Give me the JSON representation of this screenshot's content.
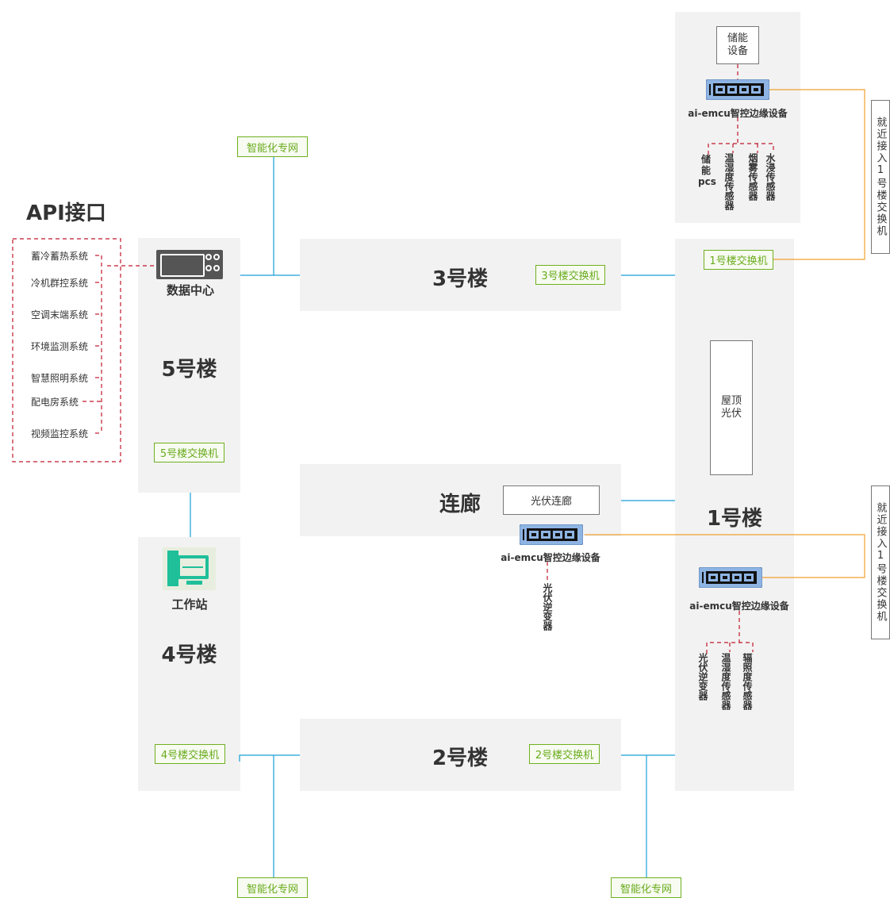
{
  "api": {
    "title": "API接口",
    "items": [
      "蓄冷蓄热系统",
      "冷机群控系统",
      "空调末端系统",
      "环境监测系统",
      "智慧照明系统",
      "配电房系统",
      "视频监控系统"
    ]
  },
  "buildings": {
    "b5": {
      "name": "5号楼",
      "switch": "5号楼交换机",
      "device_label": "数据中心"
    },
    "b4": {
      "name": "4号楼",
      "switch": "4号楼交换机",
      "device_label": "工作站"
    },
    "b3": {
      "name": "3号楼",
      "switch": "3号楼交换机"
    },
    "b2": {
      "name": "2号楼",
      "switch": "2号楼交换机"
    },
    "b1": {
      "name": "1号楼",
      "switch": "1号楼交换机",
      "rooftop_pv": "屋顶光伏"
    },
    "corridor": {
      "name": "连廊",
      "pv_box": "光伏连廊"
    }
  },
  "network_labels": {
    "top": "智能化专网",
    "bottom_left": "智能化专网",
    "bottom_right": "智能化专网"
  },
  "storage_panel": {
    "device": "储能设备",
    "emcu_label": "ai-emcu智控边缘设备",
    "sensors": [
      "储能pcs",
      "温湿度传感器",
      "烟雾传感器",
      "水浸传感器"
    ]
  },
  "corridor_emcu": {
    "label": "ai-emcu智控边缘设备",
    "sensors": [
      "光伏逆变器"
    ]
  },
  "b1_emcu": {
    "label": "ai-emcu智控边缘设备",
    "sensors": [
      "光伏逆变器",
      "温湿度传感器",
      "辐照度传感器"
    ]
  },
  "side_notes": {
    "top": "就近接入1号楼交换机",
    "bottom": "就近接入1号楼交换机"
  },
  "colors": {
    "network_line": "#1a9fd6",
    "uplink_line": "#f0a030",
    "dashed_line": "#c0182c",
    "switch_border": "#70b020"
  }
}
